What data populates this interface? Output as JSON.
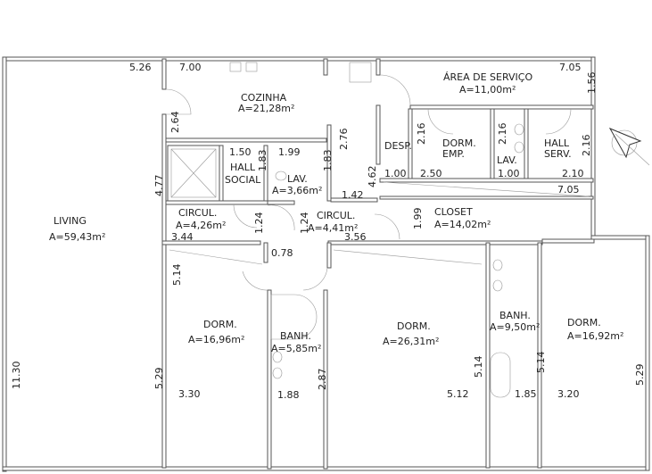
{
  "rooms": {
    "living": {
      "name": "LIVING",
      "area": "A=59,43m²"
    },
    "cozinha": {
      "name": "COZINHA",
      "area": "A=21,28m²"
    },
    "hall_social": {
      "name1": "HALL",
      "name2": "SOCIAL"
    },
    "lav_social": {
      "name": "LAV.",
      "area": "A=3,66m²"
    },
    "circul_1": {
      "name": "CIRCUL.",
      "area": "A=4,26m²"
    },
    "circul_2": {
      "name": "CIRCUL.",
      "area": "A=4,41m²"
    },
    "area_servico": {
      "name": "ÁREA DE SERVIÇO",
      "area": "A=11,00m²"
    },
    "desp": {
      "name": "DESP."
    },
    "dorm_emp": {
      "name1": "DORM.",
      "name2": "EMP."
    },
    "lav_serv": {
      "name": "LAV."
    },
    "hall_serv": {
      "name1": "HALL",
      "name2": "SERV."
    },
    "closet": {
      "name": "CLOSET",
      "area": "A=14,02m²"
    },
    "dorm_1": {
      "name": "DORM.",
      "area": "A=16,96m²"
    },
    "banh_1": {
      "name": "BANH.",
      "area": "A=5,85m²"
    },
    "dorm_2": {
      "name": "DORM.",
      "area": "A=26,31m²"
    },
    "banh_2": {
      "name": "BANH.",
      "area": "A=9,50m²"
    },
    "dorm_3": {
      "name": "DORM.",
      "area": "A=16,92m²"
    }
  },
  "dimensions_h": [
    "5.26",
    "7.00",
    "7.05",
    "1.50",
    "1.99",
    "3.44",
    "0.78",
    "1.42",
    "3.56",
    "1.00",
    "2.50",
    "1.00",
    "2.10",
    "7.05",
    "3.30",
    "1.88",
    "5.12",
    "1.85",
    "3.20"
  ],
  "dimensions_v": [
    "1.56",
    "2.64",
    "1.83",
    "1.83",
    "2.76",
    "4.77",
    "4.62",
    "2.16",
    "2.16",
    "2.16",
    "1.24",
    "1.24",
    "1.99",
    "5.14",
    "11.30",
    "5.29",
    "2.87",
    "5.14",
    "5.14",
    "5.29"
  ]
}
